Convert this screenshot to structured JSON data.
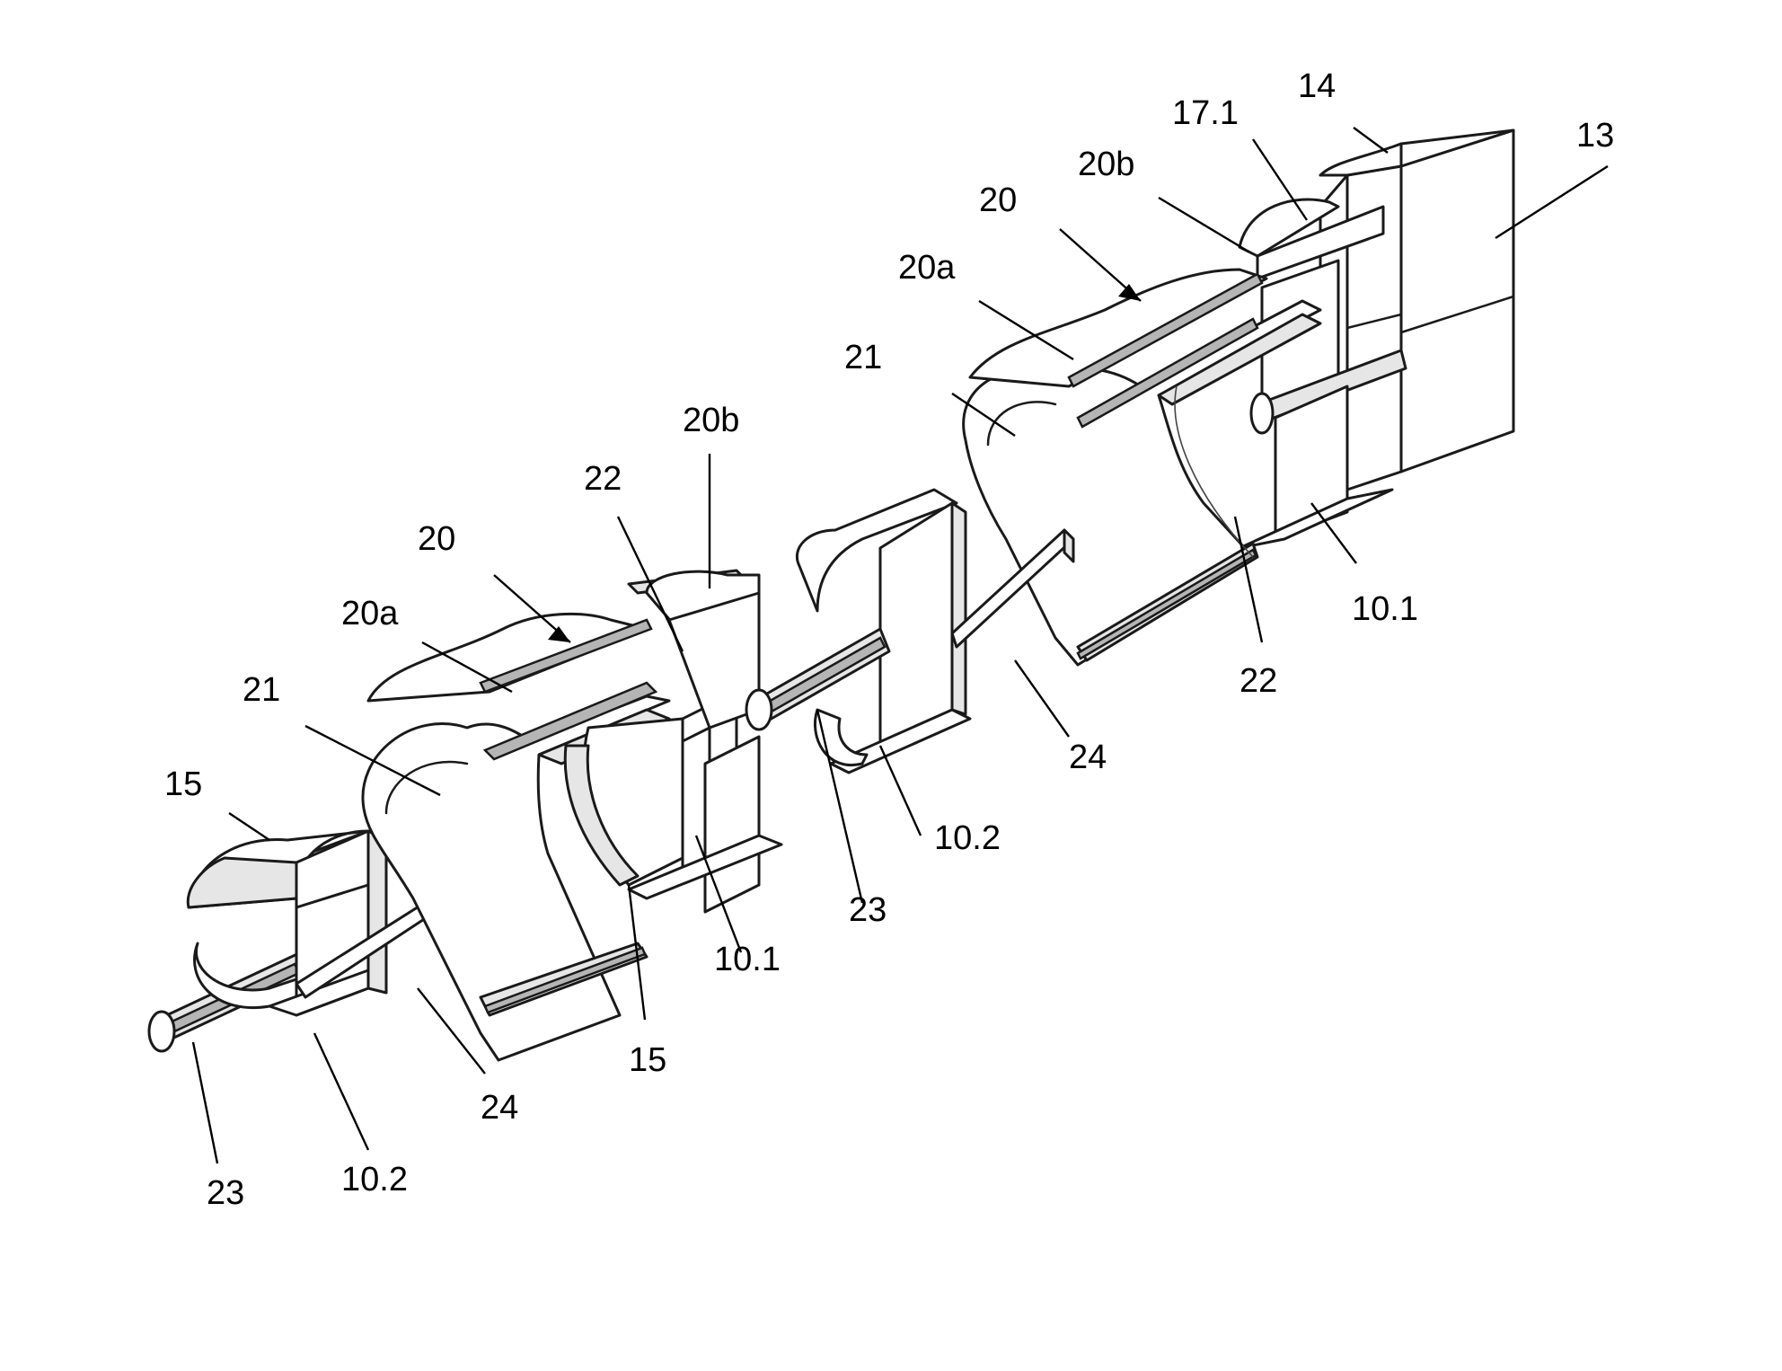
{
  "figure": {
    "labels": [
      {
        "id": "l-15-a",
        "text": "15"
      },
      {
        "id": "l-21-a",
        "text": "21"
      },
      {
        "id": "l-20a-a",
        "text": "20a"
      },
      {
        "id": "l-20-a",
        "text": "20"
      },
      {
        "id": "l-22-a",
        "text": "22"
      },
      {
        "id": "l-20b-a",
        "text": "20b"
      },
      {
        "id": "l-24-a",
        "text": "24"
      },
      {
        "id": "l-15-b",
        "text": "15"
      },
      {
        "id": "l-10-1-a",
        "text": "10.1"
      },
      {
        "id": "l-23-a",
        "text": "23"
      },
      {
        "id": "l-10-2-a",
        "text": "10.2"
      },
      {
        "id": "l-23-b",
        "text": "23"
      },
      {
        "id": "l-10-2-b",
        "text": "10.2"
      },
      {
        "id": "l-24-b",
        "text": "24"
      },
      {
        "id": "l-21-b",
        "text": "21"
      },
      {
        "id": "l-20a-b",
        "text": "20a"
      },
      {
        "id": "l-20-b",
        "text": "20"
      },
      {
        "id": "l-20b-b",
        "text": "20b"
      },
      {
        "id": "l-17-1",
        "text": "17.1"
      },
      {
        "id": "l-14",
        "text": "14"
      },
      {
        "id": "l-13",
        "text": "13"
      },
      {
        "id": "l-10-1-b",
        "text": "10.1"
      },
      {
        "id": "l-22-b",
        "text": "22"
      }
    ]
  }
}
